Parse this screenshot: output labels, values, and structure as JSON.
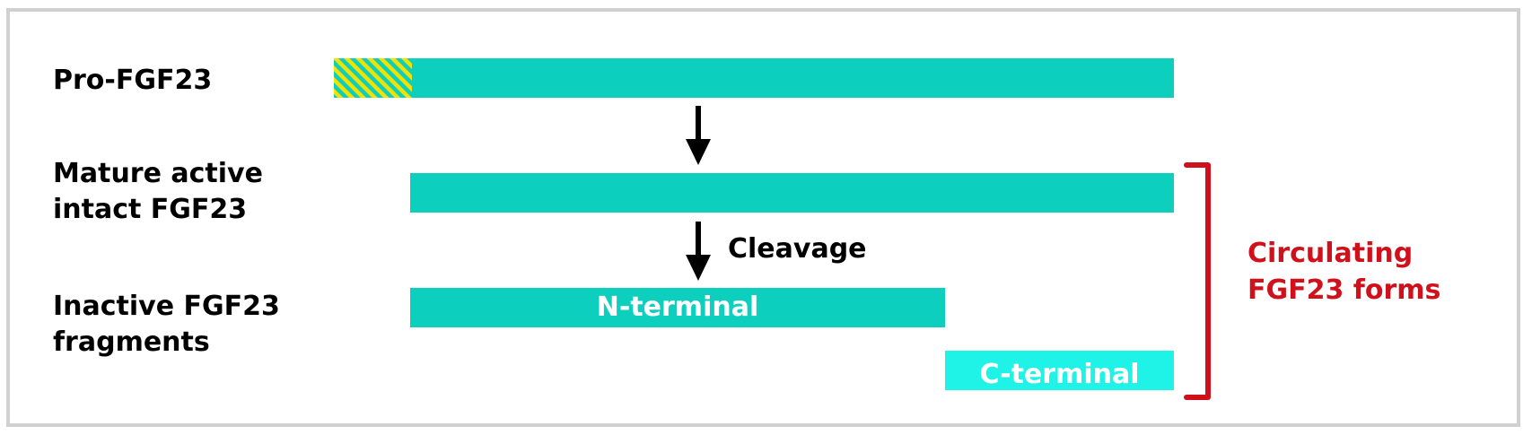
{
  "labels": {
    "pro": "Pro-FGF23",
    "mature": "Mature active\nintact FGF23",
    "inactive": "Inactive FGF23\nfragments"
  },
  "step": {
    "cleavage": "Cleavage"
  },
  "fragments": {
    "n_terminal": "N-terminal",
    "c_terminal": "C-terminal"
  },
  "bracket": {
    "label": "Circulating\nFGF23 forms"
  },
  "colors": {
    "protein": "#0ccfbd",
    "c_terminal": "#1ff2e7",
    "signal_peptide_stripe_a": "#f2e200",
    "signal_peptide_stripe_b": "#0ccfbd",
    "bracket": "#d0101a",
    "arrow": "#000000"
  },
  "icons": {
    "arrow": "down-arrow-icon",
    "bracket": "right-bracket-icon"
  }
}
